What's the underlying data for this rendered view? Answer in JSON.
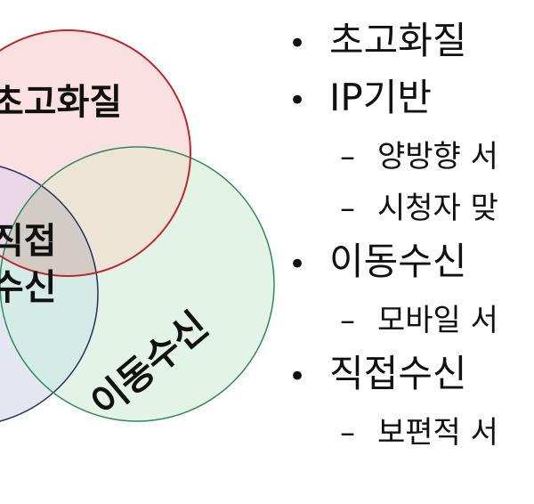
{
  "venn": {
    "sets": [
      {
        "label": "초고화질",
        "fill": "#fbe0e2",
        "stroke": "#c0262e"
      },
      {
        "label": "이동수신",
        "fill": "#e3f3e6",
        "stroke": "#2e8b57"
      },
      {
        "label": "",
        "fill": "#e4e7f2",
        "stroke": "#25305e"
      }
    ],
    "center_label_line1": "직접",
    "center_label_line2": "수신",
    "overlap_colors": {
      "pink_green": "#ece4d4",
      "center": "#d2cbc6",
      "pink_blue": "#ead6e4",
      "green_blue": "#d4ebe6"
    }
  },
  "bullets": [
    {
      "marker": "•",
      "text": "초고화질",
      "sub": []
    },
    {
      "marker": "•",
      "text": "IP기반",
      "sub": [
        {
          "marker": "–",
          "text": "양방향 서"
        },
        {
          "marker": "–",
          "text": "시청자 맞"
        }
      ]
    },
    {
      "marker": "•",
      "text": "이동수신",
      "sub": [
        {
          "marker": "–",
          "text": "모바일 서"
        }
      ]
    },
    {
      "marker": "•",
      "text": "직접수신",
      "sub": [
        {
          "marker": "–",
          "text": "보편적 서"
        }
      ]
    }
  ]
}
